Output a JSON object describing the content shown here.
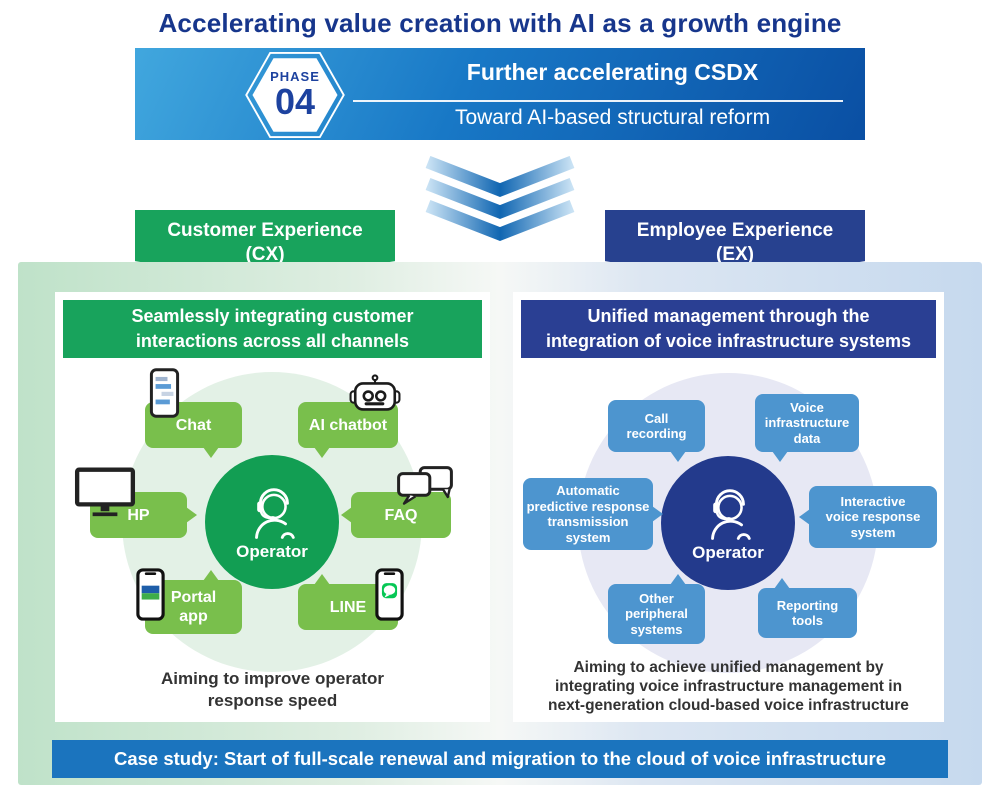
{
  "page": {
    "title": "Accelerating value creation with AI as a growth engine"
  },
  "phase_banner": {
    "phase_label": "PHASE",
    "phase_number": "04",
    "heading": "Further accelerating CSDX",
    "subheading": "Toward AI-based structural reform"
  },
  "ribbons": {
    "cx": {
      "line1": "Customer Experience",
      "line2": "(CX)"
    },
    "ex": {
      "line1": "Employee Experience",
      "line2": "(EX)"
    }
  },
  "cx_panel": {
    "header": "Seamlessly integrating customer\ninteractions across all channels",
    "center_label": "Operator",
    "bubbles": [
      {
        "label": "Chat",
        "icon": "smartphone-chat-icon"
      },
      {
        "label": "AI chatbot",
        "icon": "robot-icon"
      },
      {
        "label": "HP",
        "icon": "monitor-icon"
      },
      {
        "label": "FAQ",
        "icon": "speech-bubbles-icon"
      },
      {
        "label": "Portal\napp",
        "icon": "portal-app-phone-icon"
      },
      {
        "label": "LINE",
        "icon": "line-app-phone-icon"
      }
    ],
    "caption": "Aiming to improve operator\nresponse speed"
  },
  "ex_panel": {
    "header": "Unified management through the\nintegration of voice infrastructure systems",
    "center_label": "Operator",
    "bubbles": [
      {
        "label": "Call\nrecording"
      },
      {
        "label": "Voice\ninfrastructure\ndata"
      },
      {
        "label": "Automatic\npredictive response\ntransmission\nsystem"
      },
      {
        "label": "Interactive\nvoice response\nsystem"
      },
      {
        "label": "Other\nperipheral\nsystems"
      },
      {
        "label": "Reporting\ntools"
      }
    ],
    "caption": "Aiming to achieve unified management by\nintegrating voice infrastructure management in\nnext-generation cloud-based voice infrastructure"
  },
  "case_study": {
    "label": "Case study: Start of full-scale renewal and migration to the cloud of voice infrastructure"
  },
  "colors": {
    "title_navy": "#17368C",
    "banner_gradient_start": "#41A7DE",
    "banner_gradient_end": "#0A4FA3",
    "cx_green": "#18A35C",
    "cx_bubble_green": "#79BF4C",
    "ex_navy": "#27418F",
    "ex_bubble_blue": "#4D95CF",
    "case_banner_blue": "#1B74BE",
    "line_brand_green": "#06C755"
  }
}
